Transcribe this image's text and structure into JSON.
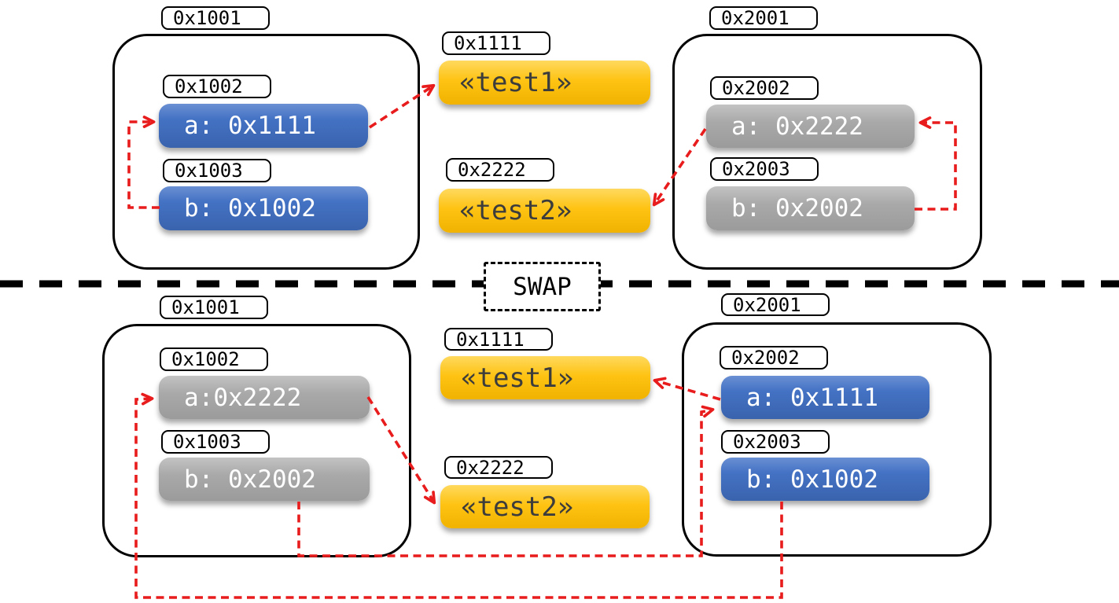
{
  "divider": {
    "label": "SWAP"
  },
  "colors": {
    "slot_blue": "#4472C4",
    "slot_gray": "#A9A9A9",
    "heap_yellow": "#FEC313",
    "arrow_red": "#E81C1C",
    "outline_black": "#000000"
  },
  "top": {
    "left_frame": {
      "address": "0x1001",
      "slots": [
        {
          "address": "0x1002",
          "value": "a: 0x1111",
          "style": "blue"
        },
        {
          "address": "0x1003",
          "value": "b: 0x1002",
          "style": "blue"
        }
      ]
    },
    "heap": [
      {
        "address": "0x1111",
        "label": "«test1»"
      },
      {
        "address": "0x2222",
        "label": "«test2»"
      }
    ],
    "right_frame": {
      "address": "0x2001",
      "slots": [
        {
          "address": "0x2002",
          "value": "a: 0x2222",
          "style": "gray"
        },
        {
          "address": "0x2003",
          "value": "b: 0x2002",
          "style": "gray"
        }
      ]
    }
  },
  "bottom": {
    "left_frame": {
      "address": "0x1001",
      "slots": [
        {
          "address": "0x1002",
          "value": "a:0x2222",
          "style": "gray"
        },
        {
          "address": "0x1003",
          "value": "b: 0x2002",
          "style": "gray"
        }
      ]
    },
    "heap": [
      {
        "address": "0x1111",
        "label": "«test1»"
      },
      {
        "address": "0x2222",
        "label": "«test2»"
      }
    ],
    "right_frame": {
      "address": "0x2001",
      "slots": [
        {
          "address": "0x2002",
          "value": "a: 0x1111",
          "style": "blue"
        },
        {
          "address": "0x2003",
          "value": "b: 0x1002",
          "style": "blue"
        }
      ]
    }
  },
  "arrows": [
    {
      "from": "top.left.a(0x1002)",
      "to": "top.heap.test1(0x1111)"
    },
    {
      "from": "top.left.b(0x1003)",
      "to": "top.left.a(0x1002)"
    },
    {
      "from": "top.right.a(0x2002)",
      "to": "top.heap.test2(0x2222)"
    },
    {
      "from": "top.right.b(0x2003)",
      "to": "top.right.a(0x2002)"
    },
    {
      "from": "bottom.left.a(0x1002)",
      "to": "bottom.heap.test2(0x2222)"
    },
    {
      "from": "bottom.right.a(0x2002)",
      "to": "bottom.heap.test1(0x1111)"
    },
    {
      "from": "bottom.left.b(0x1003)",
      "to": "bottom.right.a(0x2002)"
    },
    {
      "from": "bottom.right.b(0x2003)",
      "to": "bottom.left.a(0x1002)"
    }
  ]
}
